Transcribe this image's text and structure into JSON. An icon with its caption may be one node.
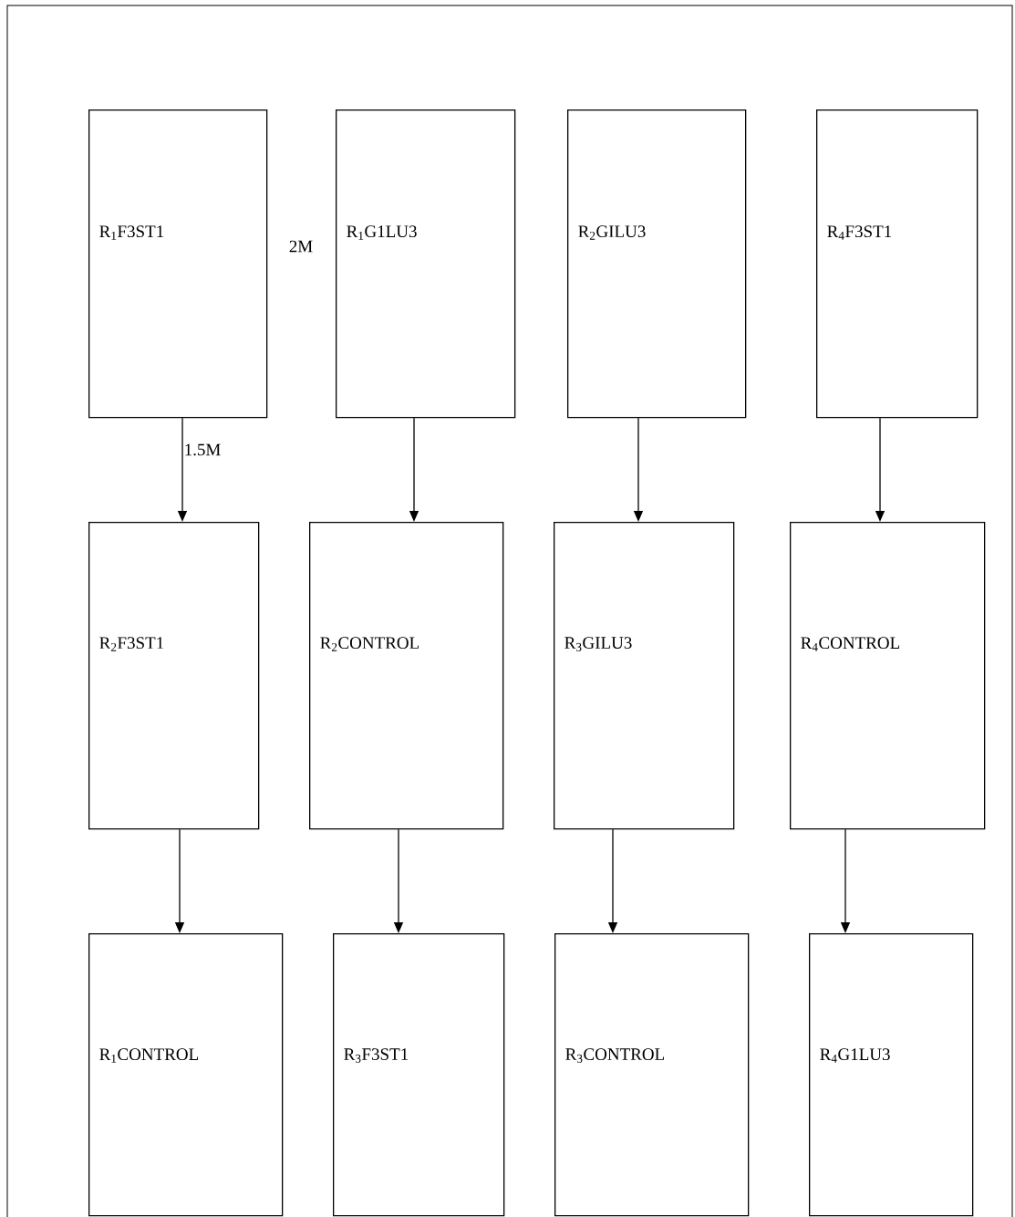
{
  "diagram": {
    "nodes": [
      {
        "text": [
          "R$_{1}$F3ST1"
        ]
      },
      {
        "text": [
          "R$_{1}$G1LU3"
        ]
      },
      {
        "text": [
          "R$_{2}$GILU3"
        ]
      },
      {
        "text": [
          "R$_{4}$F3ST1"
        ]
      },
      {
        "text": [
          "R$_{2}$F3ST1"
        ]
      },
      {
        "text": [
          "R$_{2}$CONTROL"
        ]
      },
      {
        "text": [
          "R$_{3}$GILU3"
        ]
      },
      {
        "text": [
          "R$_{4}$CONTROL"
        ]
      },
      {
        "text": [
          "R$_{1}$CONTROL"
        ]
      },
      {
        "text": [
          "R$_{3}$F3ST1"
        ]
      },
      {
        "text": [
          "R$_{3}$CONTROL"
        ]
      },
      {
        "text": [
          "R$_{4}$G1LU3"
        ]
      }
    ],
    "edges": [
      {
        "from": 0,
        "to": 4,
        "arrow": "to"
      },
      {
        "from": 1,
        "to": 5,
        "arrow": "to"
      },
      {
        "from": 2,
        "to": 6,
        "arrow": "to"
      },
      {
        "from": 3,
        "to": 7,
        "arrow": "to"
      },
      {
        "from": 4,
        "to": 8,
        "arrow": "to"
      },
      {
        "from": 5,
        "to": 9,
        "arrow": "to"
      },
      {
        "from": 6,
        "to": 10,
        "arrow": "to"
      },
      {
        "from": 7,
        "to": 11,
        "arrow": "to"
      }
    ],
    "labels": [
      "2M",
      "1.5M"
    ]
  }
}
